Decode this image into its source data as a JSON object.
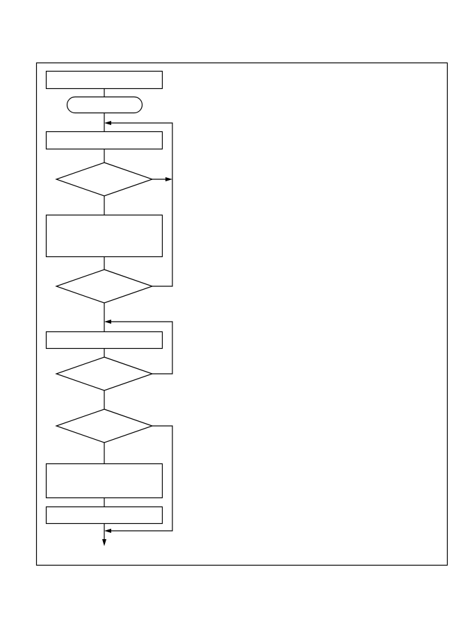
{
  "diagram": {
    "type": "flowchart",
    "colors": {
      "stroke": "#000000",
      "background": "#ffffff"
    },
    "nodes": [
      {
        "id": "box-1",
        "shape": "process",
        "label": ""
      },
      {
        "id": "terminal-1",
        "shape": "terminal",
        "label": ""
      },
      {
        "id": "box-2",
        "shape": "process",
        "label": ""
      },
      {
        "id": "decision-1",
        "shape": "decision",
        "label": ""
      },
      {
        "id": "box-3",
        "shape": "process",
        "label": ""
      },
      {
        "id": "decision-2",
        "shape": "decision",
        "label": ""
      },
      {
        "id": "box-4",
        "shape": "process",
        "label": ""
      },
      {
        "id": "decision-3",
        "shape": "decision",
        "label": ""
      },
      {
        "id": "decision-4",
        "shape": "decision",
        "label": ""
      },
      {
        "id": "box-5",
        "shape": "process",
        "label": ""
      },
      {
        "id": "box-6",
        "shape": "process",
        "label": ""
      }
    ],
    "edges": [
      {
        "from": "box-1",
        "to": "terminal-1"
      },
      {
        "from": "terminal-1",
        "to": "box-2"
      },
      {
        "from": "box-2",
        "to": "decision-1"
      },
      {
        "from": "decision-1",
        "to": "box-3"
      },
      {
        "from": "decision-1",
        "to": "loop-1-line"
      },
      {
        "from": "box-3",
        "to": "decision-2"
      },
      {
        "from": "decision-2",
        "to": "box-2"
      },
      {
        "from": "decision-2",
        "to": "box-4"
      },
      {
        "from": "box-4",
        "to": "decision-3"
      },
      {
        "from": "decision-3",
        "to": "box-4"
      },
      {
        "from": "decision-3",
        "to": "decision-4"
      },
      {
        "from": "decision-4",
        "to": "box-5"
      },
      {
        "from": "decision-4",
        "to": "exit"
      },
      {
        "from": "box-5",
        "to": "box-6"
      },
      {
        "from": "box-6",
        "to": "exit"
      }
    ]
  }
}
